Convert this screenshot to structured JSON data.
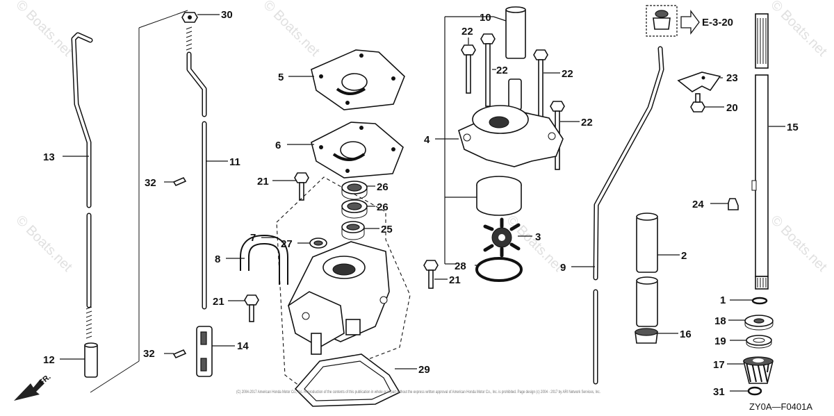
{
  "watermark": "© Boats.net",
  "reference": {
    "label": "E-3-20",
    "arrow_icon": "right-arrow-icon"
  },
  "front_indicator": {
    "label": "FR.",
    "arrow_icon": "front-arrow-icon"
  },
  "diagram_code": "ZY0A—F0401A",
  "copyright": "(C) 2004-2017 American Honda Motor Co., Inc. Reproduction of the contents of this publication in whole or in part without the express written approval of American Honda Motor Co., Inc. is prohibited. Page design (c) 2004 - 2017 by ARI Network Services, Inc.",
  "callouts": {
    "c1": "1",
    "c2": "2",
    "c3": "3",
    "c4": "4",
    "c5": "5",
    "c6": "6",
    "c7": "7",
    "c8": "8",
    "c9": "9",
    "c10": "10",
    "c11": "11",
    "c12": "12",
    "c13": "13",
    "c14": "14",
    "c15": "15",
    "c16": "16",
    "c17": "17",
    "c18": "18",
    "c19": "19",
    "c20": "20",
    "c21a": "21",
    "c21b": "21",
    "c21c": "21",
    "c22a": "22",
    "c22b": "22",
    "c22c": "22",
    "c22d": "22",
    "c23": "23",
    "c24": "24",
    "c25": "25",
    "c26a": "26",
    "c26b": "26",
    "c27": "27",
    "c28": "28",
    "c29": "29",
    "c30": "30",
    "c31": "31",
    "c32a": "32",
    "c32b": "32"
  }
}
